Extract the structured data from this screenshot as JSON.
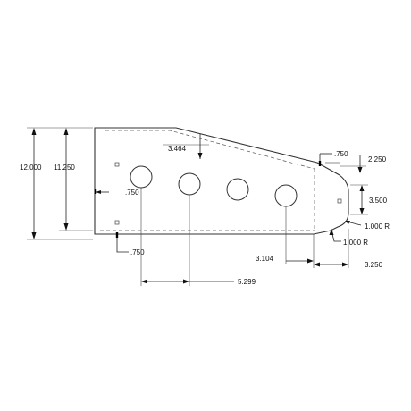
{
  "dimensions": {
    "overall_height": "12.000",
    "inner_height": "11.250",
    "left_offset": ".750",
    "bottom_offset": ".750",
    "slope_drop": "3.464",
    "top_right_step": ".750",
    "right_step_vertical": "2.250",
    "right_edge_height": "3.500",
    "upper_radius": "1.000 R",
    "lower_radius": "1.000 R",
    "hole_to_edge": "3.104",
    "hole_pitch": "5.299",
    "right_end_width": "3.250"
  }
}
